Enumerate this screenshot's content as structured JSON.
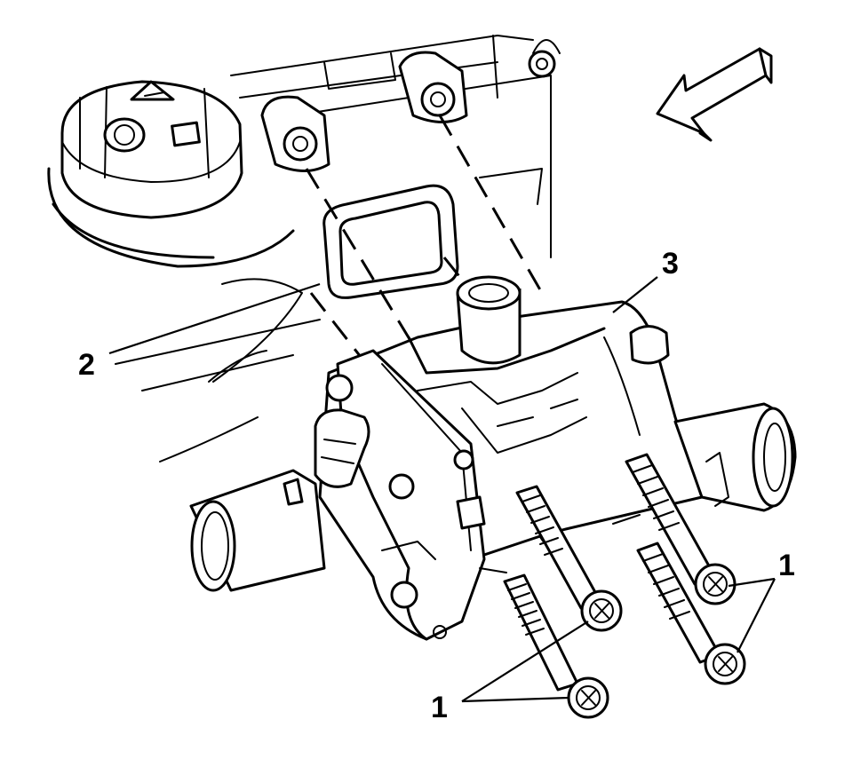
{
  "callouts": {
    "bolts_lower": "1",
    "bolts_right": "1",
    "gasket": "2",
    "housing": "3"
  },
  "icons": {
    "direction": "arrow-left-down-icon",
    "reservoir_cap": "coolant-cap-icon",
    "warning": "warning-triangle-icon"
  }
}
